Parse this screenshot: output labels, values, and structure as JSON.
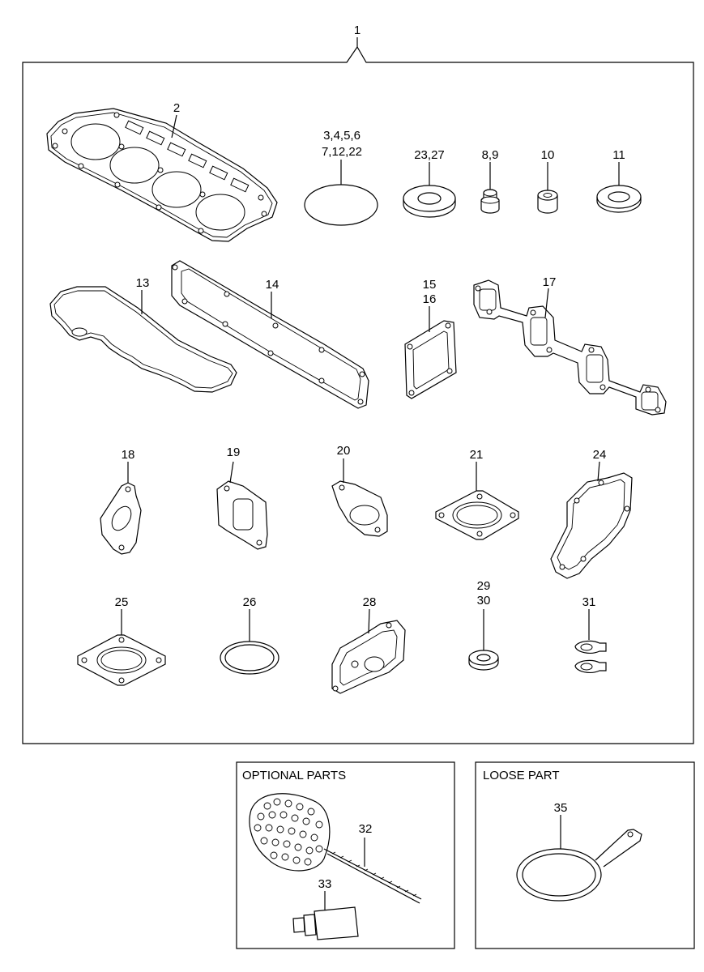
{
  "labels": {
    "kit": "1",
    "p2": "2",
    "p3_line1": "3,4,5,6",
    "p3_line2": "7,12,22",
    "p23": "23,27",
    "p8": "8,9",
    "p10": "10",
    "p11": "11",
    "p13": "13",
    "p14": "14",
    "p15": "15",
    "p16": "16",
    "p17": "17",
    "p18": "18",
    "p19": "19",
    "p20": "20",
    "p21": "21",
    "p24": "24",
    "p25": "25",
    "p26": "26",
    "p28": "28",
    "p29": "29",
    "p30": "30",
    "p31": "31",
    "p32": "32",
    "p33": "33",
    "p35": "35"
  },
  "boxes": {
    "optional_title": "OPTIONAL PARTS",
    "loose_title": "LOOSE PART"
  }
}
